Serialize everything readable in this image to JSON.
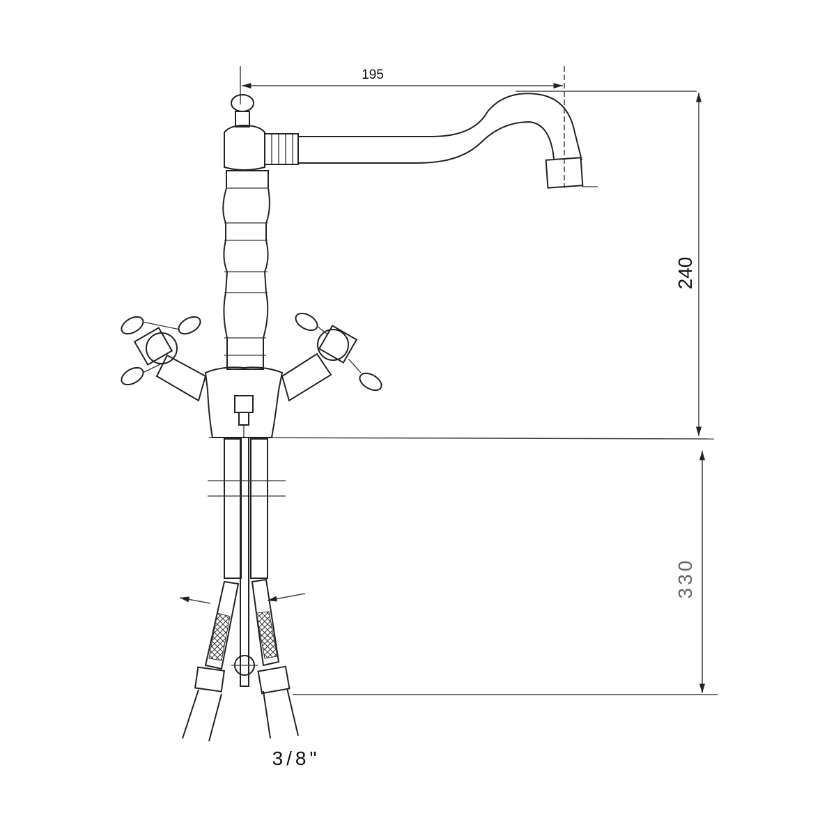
{
  "title": "Faucet dimension drawing",
  "dimensions": {
    "spout_reach": "195",
    "height_above_deck": "240",
    "below_deck_length": "330",
    "connection_size": "3/8\""
  }
}
